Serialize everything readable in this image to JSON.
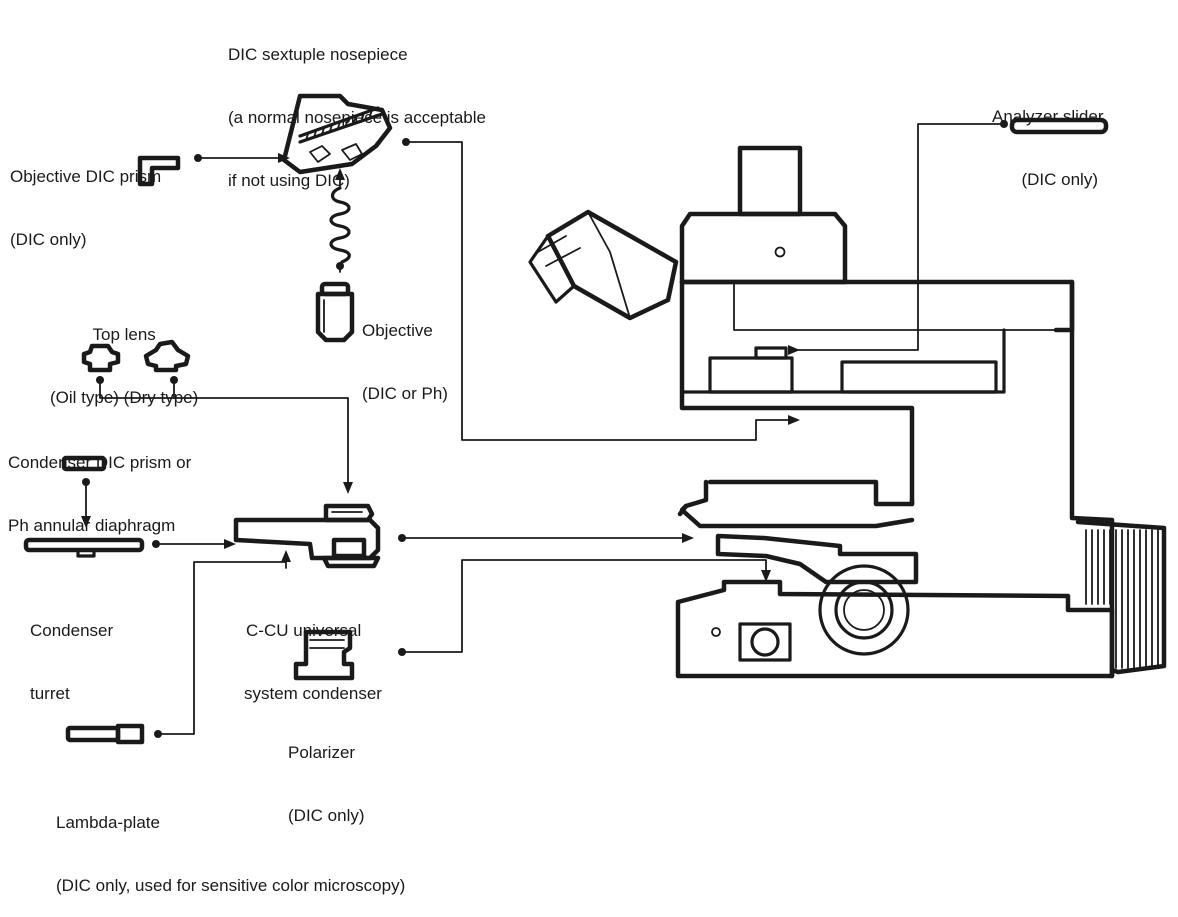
{
  "labels": {
    "nosepiece": [
      "DIC sextuple nosepiece",
      "(a normal nosepiece is acceptable",
      "if not using DIC)"
    ],
    "analyzer": [
      "Analyzer slider",
      "(DIC only)"
    ],
    "objective_prism": [
      "Objective DIC prism",
      "(DIC only)"
    ],
    "objective": [
      "Objective",
      "(DIC or Ph)"
    ],
    "top_lens": [
      "Top lens",
      "(Oil type) (Dry type)"
    ],
    "condenser_prism": [
      "Condenser DIC prism or",
      "Ph annular diaphragm"
    ],
    "condenser_turret": [
      "Condenser",
      "turret"
    ],
    "condenser": [
      "C-CU universal",
      "system condenser"
    ],
    "polarizer": [
      "Polarizer",
      "(DIC only)"
    ],
    "lambda_plate": [
      "Lambda-plate",
      "(DIC only, used for sensitive color microscopy)"
    ]
  }
}
